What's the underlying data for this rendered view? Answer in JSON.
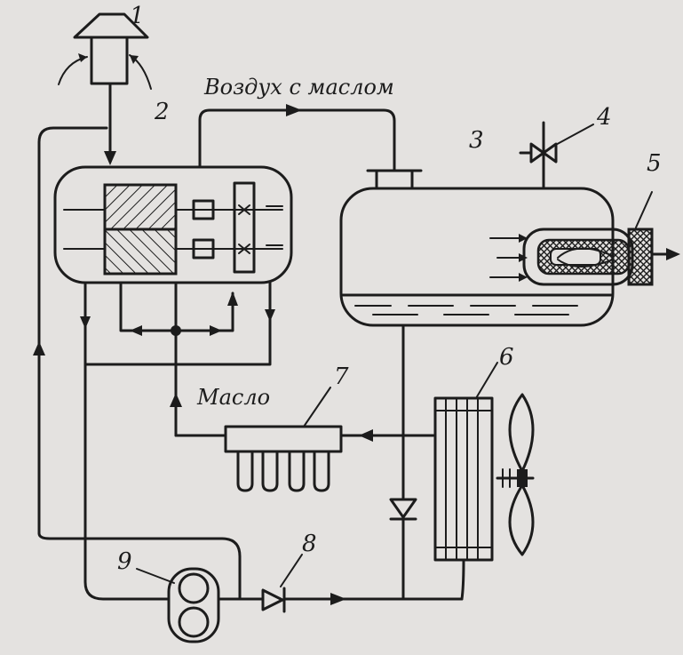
{
  "labels": {
    "air_with_oil": "Воздух с маслом",
    "oil": "Масло"
  },
  "callouts": [
    "1",
    "2",
    "3",
    "4",
    "5",
    "6",
    "7",
    "8",
    "9"
  ],
  "colors": {
    "ink": "#1c1c1c",
    "paper": "#e4e2e0"
  }
}
